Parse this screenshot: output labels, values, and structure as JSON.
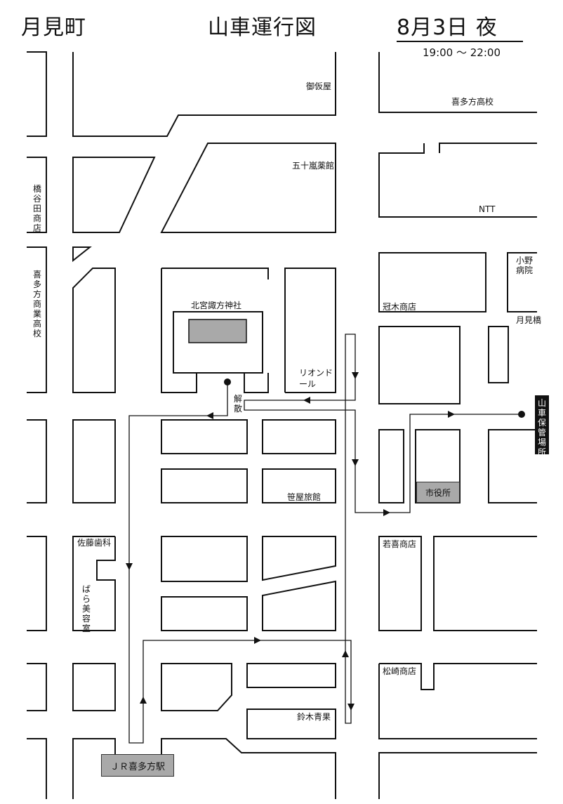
{
  "header": {
    "town": "月見町",
    "title": "山車運行図",
    "date": "8月3日 夜",
    "time": "19:00 ～ 22:00"
  },
  "places": {
    "mikariya": "御仮屋",
    "kitakata_high": "喜多方高校",
    "igarashi": "五十嵐薬館",
    "ntt": "NTT",
    "hashiya": "橋谷田商店",
    "kitakata_commercial": "喜多方商業高校",
    "shrine": "北宮諏方神社",
    "ono_hospital": "小野病院",
    "kanki": "冠木商店",
    "tsukimibashi": "月見橋",
    "rion_doll": "リオンドール",
    "kaisan": "解散",
    "garage": "山車保管場所",
    "city_hall": "市役所",
    "sasaya": "笹屋旅館",
    "sato_dental": "佐藤歯科",
    "wakaki": "若喜商店",
    "bara_beauty": "ばら美容室",
    "matsuzaki": "松崎商店",
    "suzuki": "鈴木青果",
    "jr_station": "ＪＲ喜多方駅"
  }
}
